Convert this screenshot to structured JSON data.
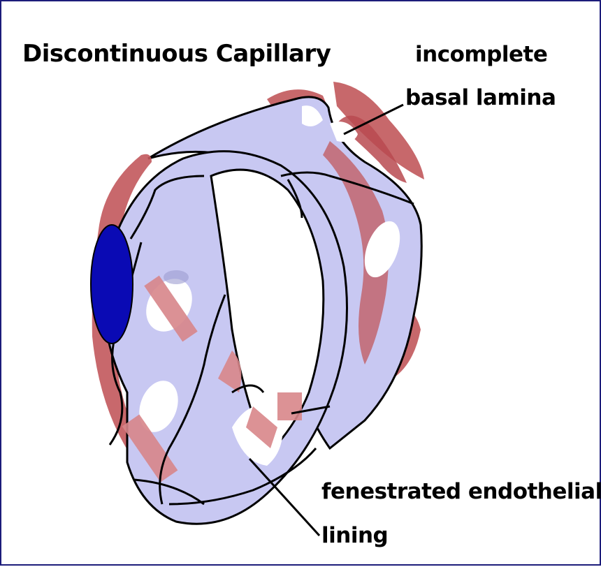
{
  "diagram": {
    "title": "Discontinuous Capillary",
    "labels": {
      "basal_lamina": [
        "incomplete",
        "basal lamina"
      ],
      "endothelium": [
        "fenestrated endothelial",
        "lining"
      ]
    },
    "colors": {
      "border": "#1c1c7a",
      "basal_lamina": "#c2585c",
      "endothelium": "#c8c8f2",
      "nucleus": "#0a0ab4",
      "outline": "#000000"
    }
  }
}
